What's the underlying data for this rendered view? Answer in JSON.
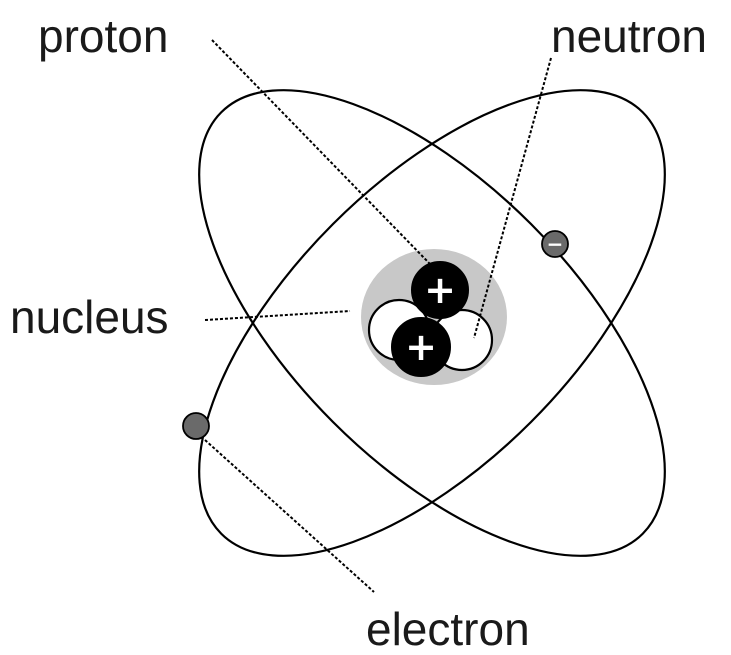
{
  "labels": {
    "proton": "proton",
    "neutron": "neutron",
    "nucleus": "nucleus",
    "electron": "electron"
  },
  "symbols": {
    "proton_charge": "+",
    "electron_charge": "−"
  },
  "colors": {
    "nucleus_halo": "#c8c8c8",
    "proton_fill": "#000000",
    "neutron_fill": "#ffffff",
    "electron_fill": "#6a6a6a",
    "orbit_stroke": "#000000",
    "text": "#1a1a1a"
  }
}
